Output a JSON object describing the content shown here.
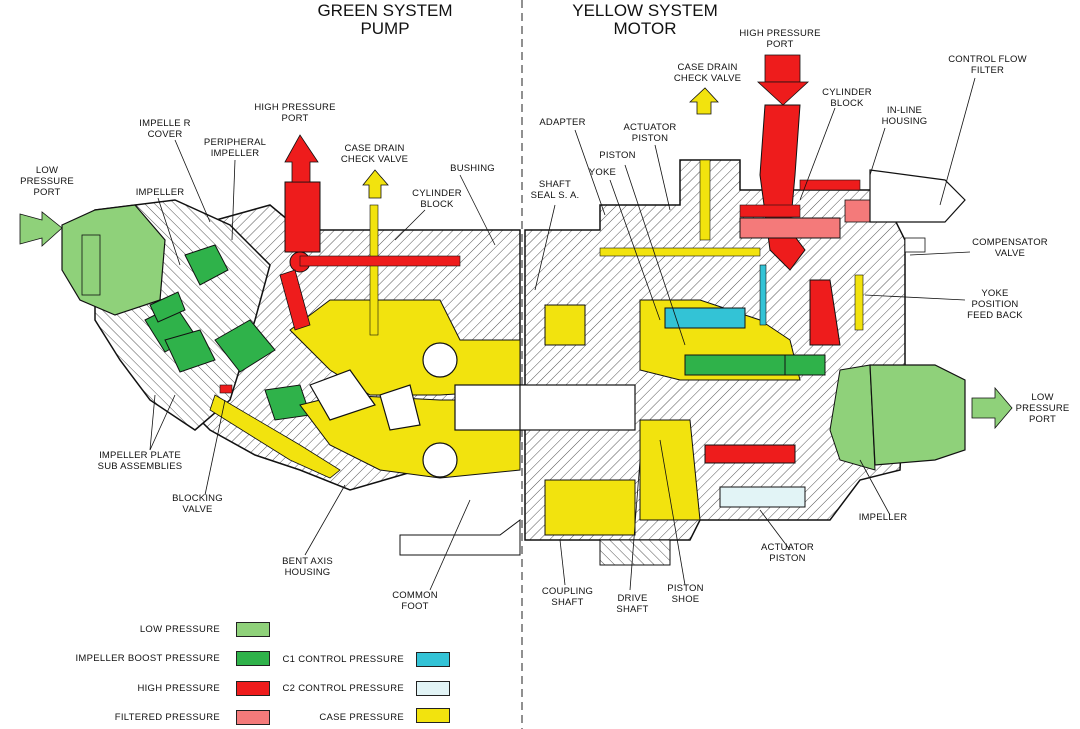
{
  "titles": {
    "left": "GREEN SYSTEM\nPUMP",
    "right": "YELLOW SYSTEM\nMOTOR"
  },
  "labels": {
    "low_pressure_port_left": "LOW\nPRESSURE\nPORT",
    "impeller_cover": "IMPELLE R\nCOVER",
    "peripheral_impeller": "PERIPHERAL\nIMPELLER",
    "impeller_left": "IMPELLER",
    "high_pressure_port_left": "HIGH PRESSURE\nPORT",
    "case_drain_left": "CASE DRAIN\nCHECK VALVE",
    "cylinder_block_left": "CYLINDER\nBLOCK",
    "bushing": "BUSHING",
    "shaft_seal": "SHAFT\nSEAL S. A.",
    "adapter": "ADAPTER",
    "yoke": "YOKE",
    "piston": "PISTON",
    "actuator_piston_top": "ACTUATOR\nPISTON",
    "case_drain_right": "CASE DRAIN\nCHECK VALVE",
    "high_pressure_port_right": "HIGH PRESSURE\nPORT",
    "cylinder_block_right": "CYLINDER\nBLOCK",
    "inline_housing": "IN-LINE\nHOUSING",
    "control_flow_filter": "CONTROL FLOW\nFILTER",
    "compensator_valve": "COMPENSATOR\nVALVE",
    "yoke_position_feedback": "YOKE\nPOSITION\nFEED BACK",
    "low_pressure_port_right": "LOW\nPRESSURE\nPORT",
    "impeller_right": "IMPELLER",
    "actuator_piston_bottom": "ACTUATOR\nPISTON",
    "piston_shoe": "PISTON\nSHOE",
    "drive_shaft": "DRIVE\nSHAFT",
    "coupling_shaft": "COUPLING\nSHAFT",
    "common_foot": "COMMON\nFOOT",
    "bent_axis_housing": "BENT AXIS\nHOUSING",
    "blocking_valve": "BLOCKING\nVALVE",
    "impeller_plate": "IMPELLER PLATE\nSUB ASSEMBLIES"
  },
  "legend": [
    {
      "label": "LOW PRESSURE",
      "color": "#8fd17a"
    },
    {
      "label": "IMPELLER BOOST PRESSURE",
      "color": "#2fb24a"
    },
    {
      "label": "HIGH PRESSURE",
      "color": "#ee1c1c"
    },
    {
      "label": "FILTERED PRESSURE",
      "color": "#f47a7a"
    },
    {
      "label": "C1 CONTROL PRESSURE",
      "color": "#33c3d6"
    },
    {
      "label": "C2 CONTROL PRESSURE",
      "color": "#e2f4f6"
    },
    {
      "label": "CASE PRESSURE",
      "color": "#f2e30e"
    }
  ],
  "colors": {
    "low": "#8fd17a",
    "boost": "#2fb24a",
    "high": "#ee1c1c",
    "filtered": "#f47a7a",
    "c1": "#33c3d6",
    "c2": "#e2f4f6",
    "case": "#f2e30e",
    "hatch": "#444444"
  }
}
